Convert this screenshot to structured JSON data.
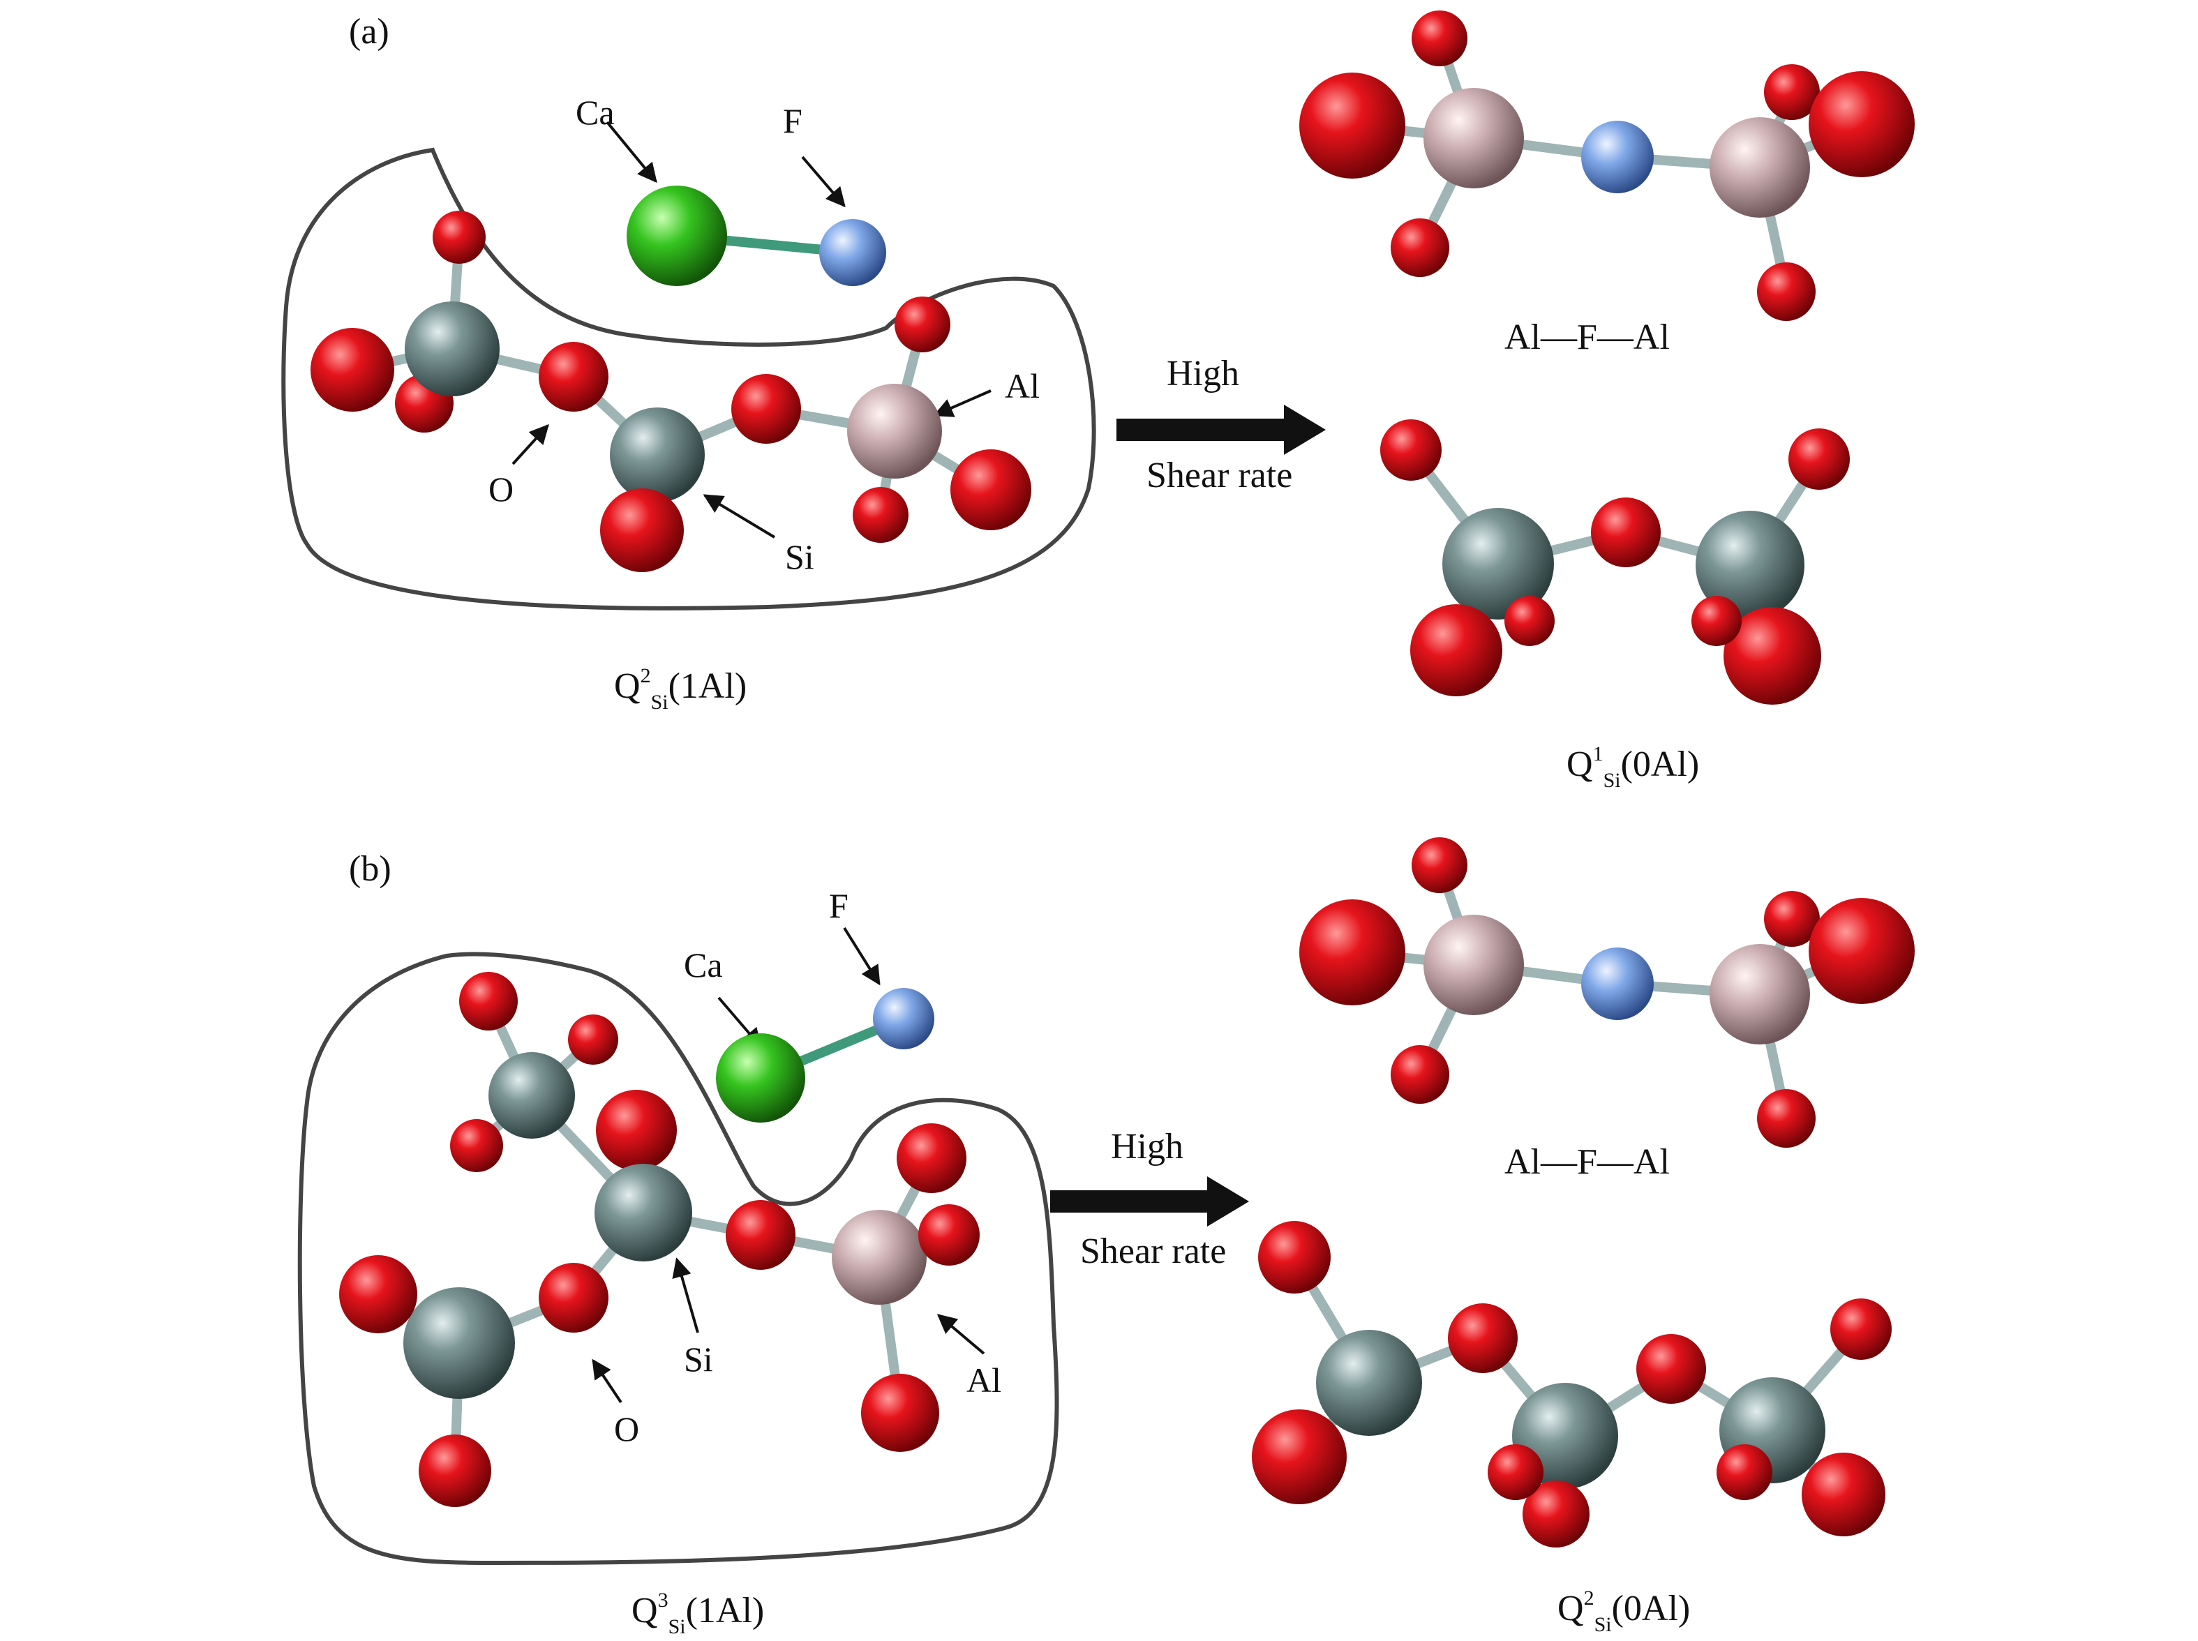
{
  "colors": {
    "oxygen": "#e0151b",
    "silicon": "#6f8a8a",
    "aluminum": "#c9aaad",
    "calcium": "#33c21e",
    "fluorine": "#7ea6e6",
    "outline": "#444444",
    "arrow": "#111111"
  },
  "icons": {
    "reaction_arrow": "right-block-arrow",
    "pointer": "thin-arrow"
  },
  "panel_a": {
    "label": "(a)",
    "atom_labels": {
      "ca": "Ca",
      "f": "F",
      "al": "Al",
      "o": "O",
      "si": "Si"
    },
    "reactant_caption": {
      "main": "Q",
      "sup": "2",
      "sub": "Si",
      "tail": "(1Al)"
    },
    "arrow_top": "High",
    "arrow_bottom": "Shear rate",
    "product_top_caption": "Al—F—Al",
    "product_bottom_caption": {
      "main": "Q",
      "sup": "1",
      "sub": "Si",
      "tail": "(0Al)"
    }
  },
  "panel_b": {
    "label": "(b)",
    "atom_labels": {
      "ca": "Ca",
      "f": "F",
      "al": "Al",
      "o": "O",
      "si": "Si"
    },
    "reactant_caption": {
      "main": "Q",
      "sup": "3",
      "sub": "Si",
      "tail": "(1Al)"
    },
    "arrow_top": "High",
    "arrow_bottom": "Shear rate",
    "product_top_caption": "Al—F—Al",
    "product_bottom_caption": {
      "main": "Q",
      "sup": "2",
      "sub": "Si",
      "tail": "(0Al)"
    }
  }
}
